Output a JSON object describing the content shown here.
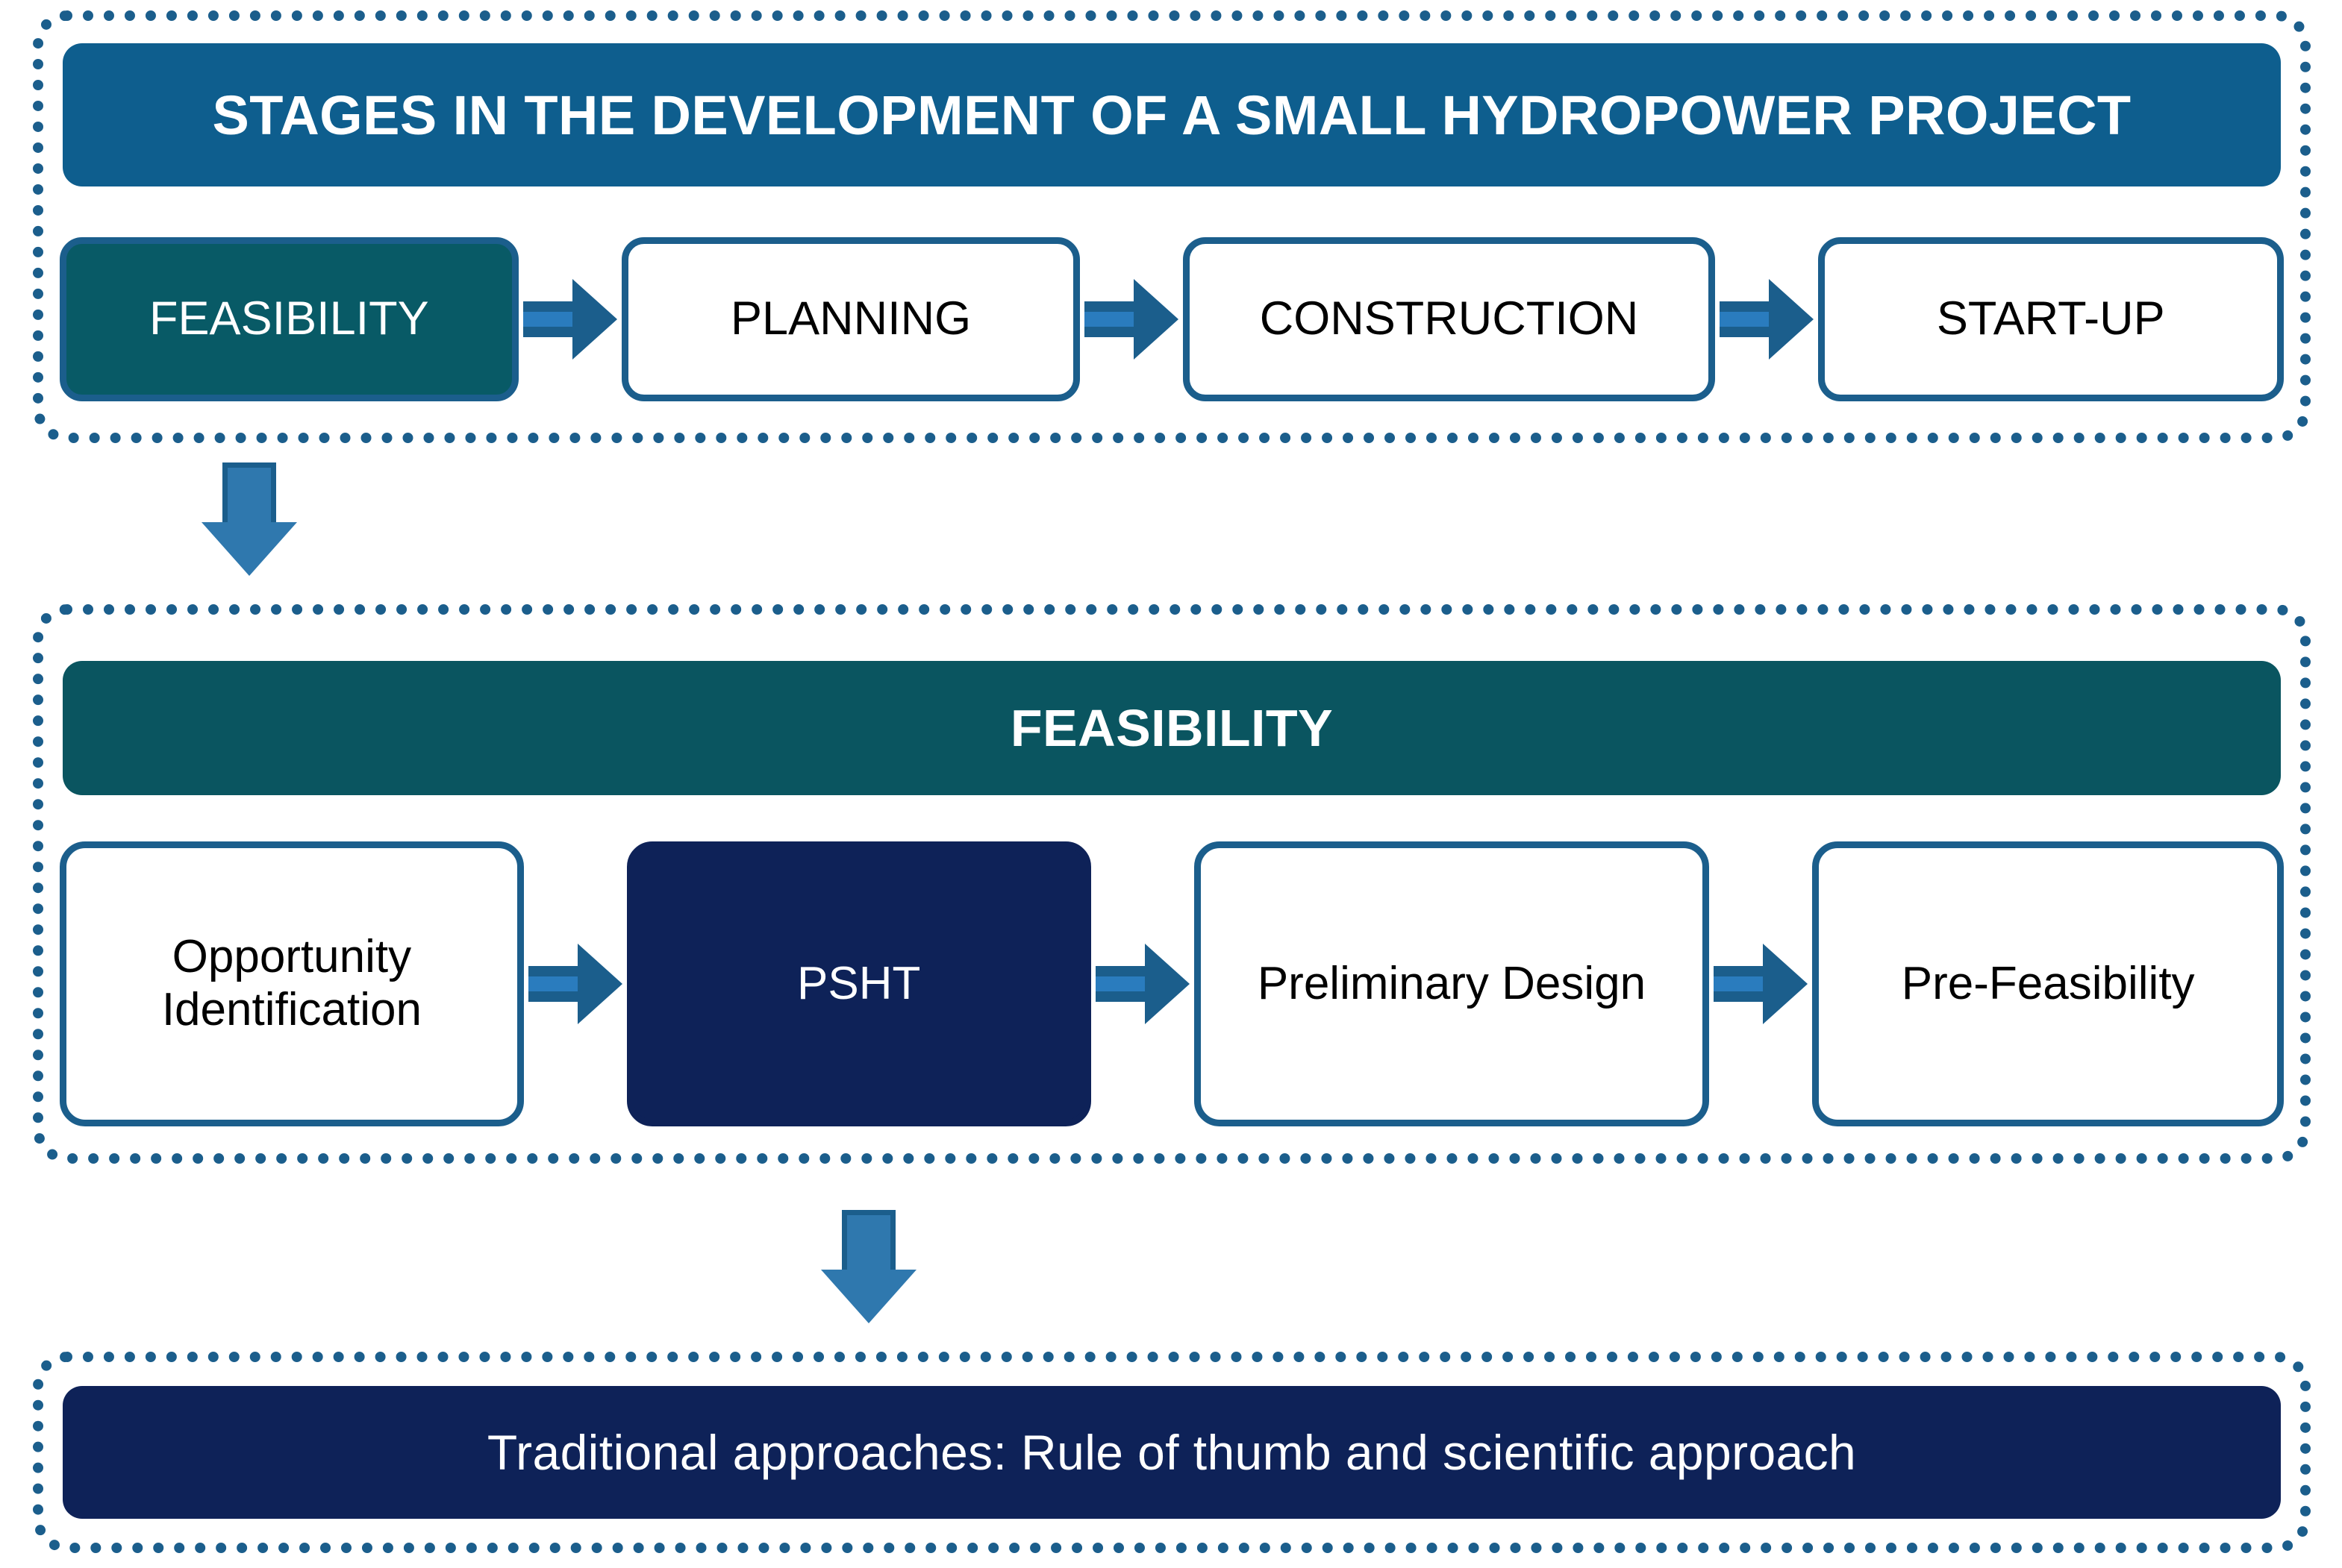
{
  "diagram": {
    "title": "Stages in the development of a small hydropower project",
    "colors": {
      "panel_border": "#1B5E8C",
      "header_blue": "#0E5E8E",
      "header_teal": "#0A5560",
      "header_navy": "#0E2258",
      "node_border": "#1B5E8C",
      "node_fill_teal": "#085A66",
      "node_fill_navy": "#0E2258",
      "arrow_dark": "#1B5E8C",
      "arrow_light": "#2A7CBE",
      "text_light": "#FFFFFF",
      "text_dark": "#000000"
    }
  },
  "sections": {
    "stages": {
      "header": "STAGES IN THE DEVELOPMENT OF A SMALL HYDROPOWER PROJECT",
      "steps": [
        {
          "label": "FEASIBILITY",
          "style": "teal"
        },
        {
          "label": "PLANNING",
          "style": "white"
        },
        {
          "label": "CONSTRUCTION",
          "style": "white"
        },
        {
          "label": "START-UP",
          "style": "white"
        }
      ]
    },
    "feasibility": {
      "header": "FEASIBILITY",
      "steps": [
        {
          "label": "Opportunity Identification",
          "style": "white"
        },
        {
          "label": "PSHT",
          "style": "navy"
        },
        {
          "label": "Preliminary Design",
          "style": "white"
        },
        {
          "label": "Pre-Feasibility",
          "style": "white"
        }
      ]
    },
    "traditional": {
      "header": "Traditional approaches: Rule of thumb and scientific approach"
    }
  },
  "connectors": {
    "right_arrow_icon": "arrow-right-icon",
    "down_arrow_icon": "arrow-down-icon"
  }
}
